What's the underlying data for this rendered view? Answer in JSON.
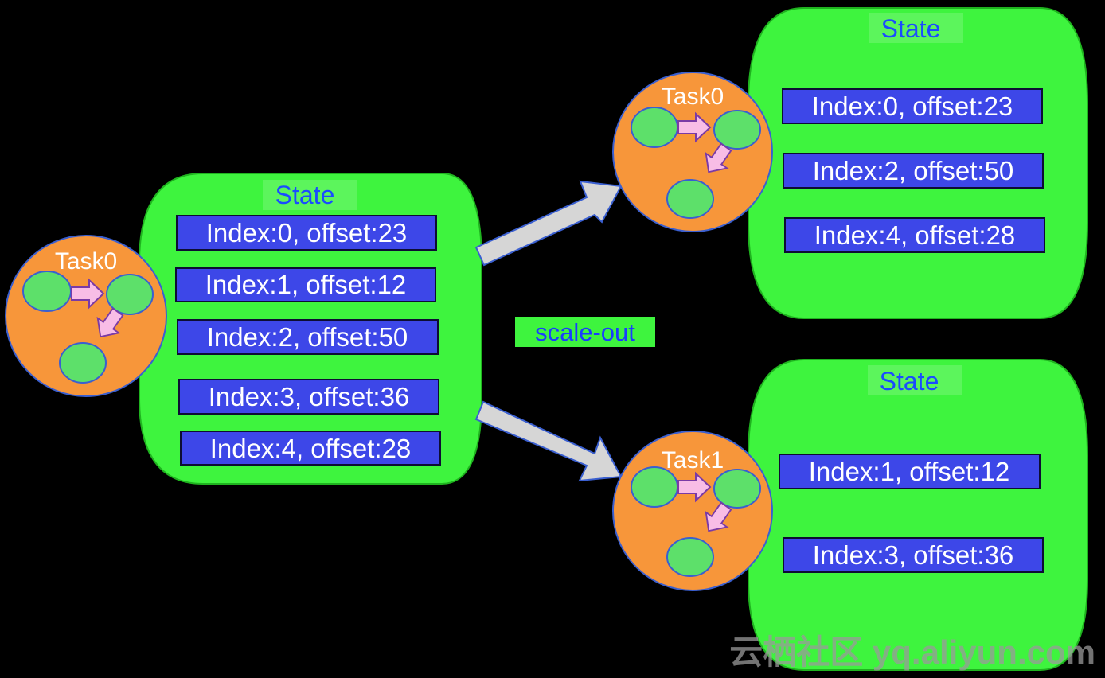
{
  "colors": {
    "background": "#000000",
    "state_fill": "#3ef43e",
    "task_fill": "#f7963a",
    "row_fill": "#3d47e8",
    "node_fill": "#5de06a",
    "edge_arrow_fill": "#f8bde6",
    "transition_arrow_fill": "#d6d6d6",
    "state_title_color": "#1a4cff"
  },
  "icons": [
    "arrow-right-icon",
    "arrow-down-left-icon"
  ],
  "scale_label": "scale-out",
  "source": {
    "task": "Task0",
    "state_title": "State",
    "rows": [
      "Index:0, offset:23",
      "Index:1, offset:12",
      "Index:2, offset:50",
      "Index:3, offset:36",
      "Index:4, offset:28"
    ]
  },
  "targets": [
    {
      "task": "Task0",
      "state_title": "State",
      "rows": [
        "Index:0, offset:23",
        "Index:2, offset:50",
        "Index:4, offset:28"
      ]
    },
    {
      "task": "Task1",
      "state_title": "State",
      "rows": [
        "Index:1, offset:12",
        "Index:3, offset:36"
      ]
    }
  ],
  "watermark": "云栖社区 yq.aliyun.com"
}
